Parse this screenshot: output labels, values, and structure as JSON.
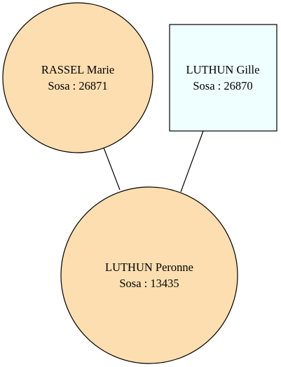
{
  "nodes": [
    {
      "id": "rassel-marie",
      "shape": "circle",
      "name": "RASSEL Marie",
      "sosa": "Sosa : 26871",
      "fill": "#fddeb0",
      "stroke": "#000000"
    },
    {
      "id": "luthun-gille",
      "shape": "box",
      "name": "LUTHUN Gille",
      "sosa": "Sosa : 26870",
      "fill": "#efffff",
      "stroke": "#000000"
    },
    {
      "id": "luthun-peronne",
      "shape": "circle",
      "name": "LUTHUN Peronne",
      "sosa": "Sosa : 13435",
      "fill": "#fddeb0",
      "stroke": "#000000"
    }
  ],
  "edges": [
    {
      "from": "rassel-marie",
      "to": "luthun-peronne"
    },
    {
      "from": "luthun-gille",
      "to": "luthun-peronne"
    }
  ]
}
